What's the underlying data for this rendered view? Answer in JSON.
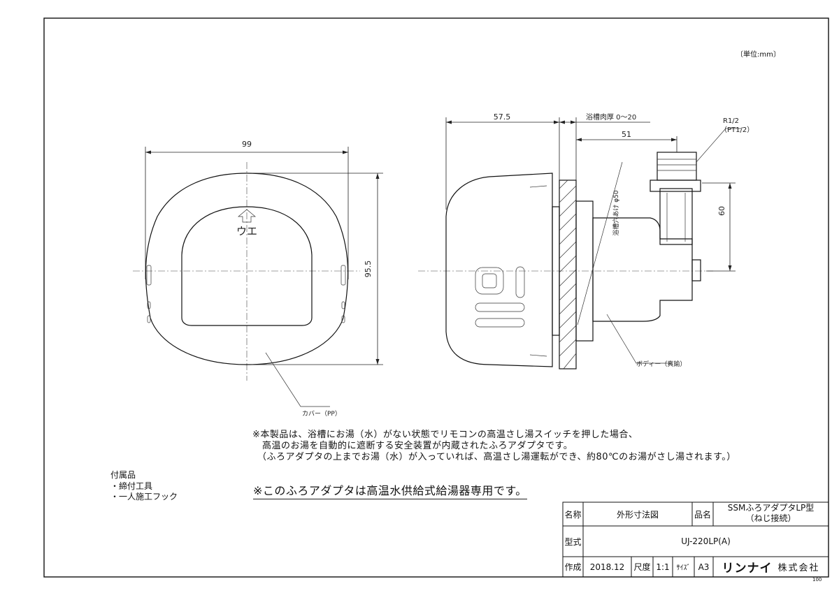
{
  "drawing": {
    "unit_label": "〔単位:mm〕",
    "dimensions": {
      "cover_width": "99",
      "cover_height": "95.5",
      "total_depth": "57.5",
      "tub_wall": "浴槽肉厚 0〜20",
      "body_depth": "51",
      "thread": "R1/2",
      "thread_alt": "（PT1/2）",
      "pipe_height": "60",
      "hole": "浴槽穴あけ φ50"
    },
    "labels": {
      "up_mark": "ウエ",
      "cover": "カバー（PP）",
      "body": "ボディー（真鍮）"
    },
    "notes": {
      "line1": "※本製品は、浴槽にお湯（水）がない状態でリモコンの高温さし湯スイッチを押した場合、",
      "line2": "高温のお湯を自動的に遮断する安全装置が内蔵されたふろアダプタです。",
      "line3": "（ふろアダプタの上までお湯（水）が入っていれば、高温さし湯運転ができ、約80℃のお湯がさし湯されます。）",
      "highlight": "※このふろアダプタは高温水供給式給湯器専用です。"
    },
    "accessories": {
      "title": "付属品",
      "items": [
        "・締付工具",
        "・一人施工フック"
      ]
    }
  },
  "title_block": {
    "name_label": "名称",
    "name_value": "外形寸法図",
    "product_label": "品名",
    "product_line1": "SSMふろアダプタLP型",
    "product_line2": "（ねじ接続）",
    "model_label": "型式",
    "model_value": "UJ-220LP(A)",
    "made_label": "作成",
    "date": "2018.12",
    "scale_label": "尺度",
    "scale": "1:1",
    "size_label": "ｻｲｽﾞ",
    "size": "A3",
    "company_logo": "リンナイ",
    "company_suffix": "株式会社"
  },
  "page_code": "100"
}
